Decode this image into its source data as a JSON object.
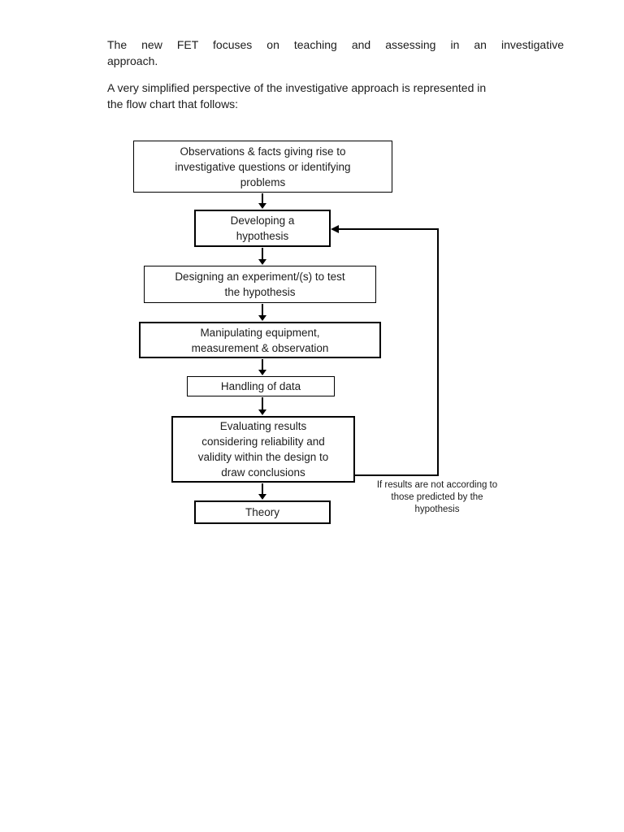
{
  "colors": {
    "page_background": "#ffffff",
    "ink": "#1c1c1c",
    "line": "#000000"
  },
  "intro": {
    "paragraph1": {
      "lines": [
        "The new FET focuses on teaching and assessing in an investigative",
        "approach."
      ]
    },
    "paragraph2": {
      "lines": [
        "A very simplified perspective of the investigative approach is represented in",
        "the flow chart that follows:"
      ]
    }
  },
  "flowchart": {
    "boxes": [
      {
        "lines": [
          "Observations & facts giving rise to",
          "investigative questions or identifying",
          "problems"
        ]
      },
      {
        "lines": [
          "Developing a",
          "hypothesis"
        ]
      },
      {
        "lines": [
          "Designing an experiment/(s) to test",
          "the hypothesis"
        ]
      },
      {
        "lines": [
          "Manipulating equipment,",
          "measurement & observation"
        ]
      },
      {
        "lines": [
          "Handling of data"
        ]
      },
      {
        "lines": [
          "Evaluating results",
          "considering reliability and",
          "validity within the design to",
          "draw conclusions"
        ]
      },
      {
        "lines": [
          "Theory"
        ]
      }
    ],
    "feedback": {
      "lines": [
        "If results are not according to",
        "those predicted by the",
        "hypothesis"
      ]
    }
  }
}
